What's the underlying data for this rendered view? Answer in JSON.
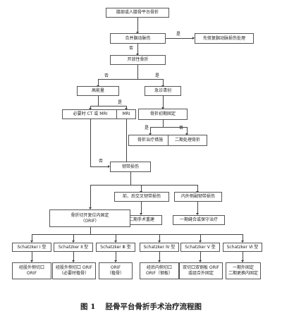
{
  "nodes": {
    "start": "膝部或人膝骨平台骨折",
    "combined_vascular": "合并腘动脉伤",
    "vascular_repair": "先修复腘动脉损伤处理",
    "open_fracture": "开放性骨折",
    "high_energy": "高能量",
    "emergency_debride": "急诊清创",
    "ct_mri": "必要时 CT 或 MRI",
    "mri": "MRI",
    "fracture_fix": "骨折初期固定",
    "fix_treatment": "骨折治疗措施",
    "staged": "二期处理骨折",
    "assess": "韧带损伤",
    "cruciate": "前、后交叉韧带损伤",
    "collateral": "内外侧副韧带损伤",
    "reconstruct": "二期手术重建",
    "conservative": "一期缝合或保守治疗",
    "orif": "骨折切开复位内固定\n（ORIF）",
    "s1": "Schatzker Ⅰ 型",
    "s2": "Schatzker Ⅱ 型",
    "s3": "Schatzker Ⅲ 型",
    "s4": "Schatzker Ⅳ 型",
    "s5": "Schatzker Ⅴ 型",
    "s6": "Schatzker Ⅵ 型",
    "t1": "经股外侧切口\nORIF",
    "t2": "经股外侧切口 ORIF\n（必要时植骨）",
    "t3": "ORIF\n（植骨）",
    "t4": "经后内侧切口\nORIF（钢板）",
    "t5": "双切口双钢板 ORIF\n或组合外固定",
    "t6": "一期外固定\n二期更换内固定"
  },
  "labels": {
    "yes": "是",
    "no": "否"
  },
  "caption": {
    "number": "图 1",
    "title": "胫骨平台骨折手术治疗流程图"
  }
}
